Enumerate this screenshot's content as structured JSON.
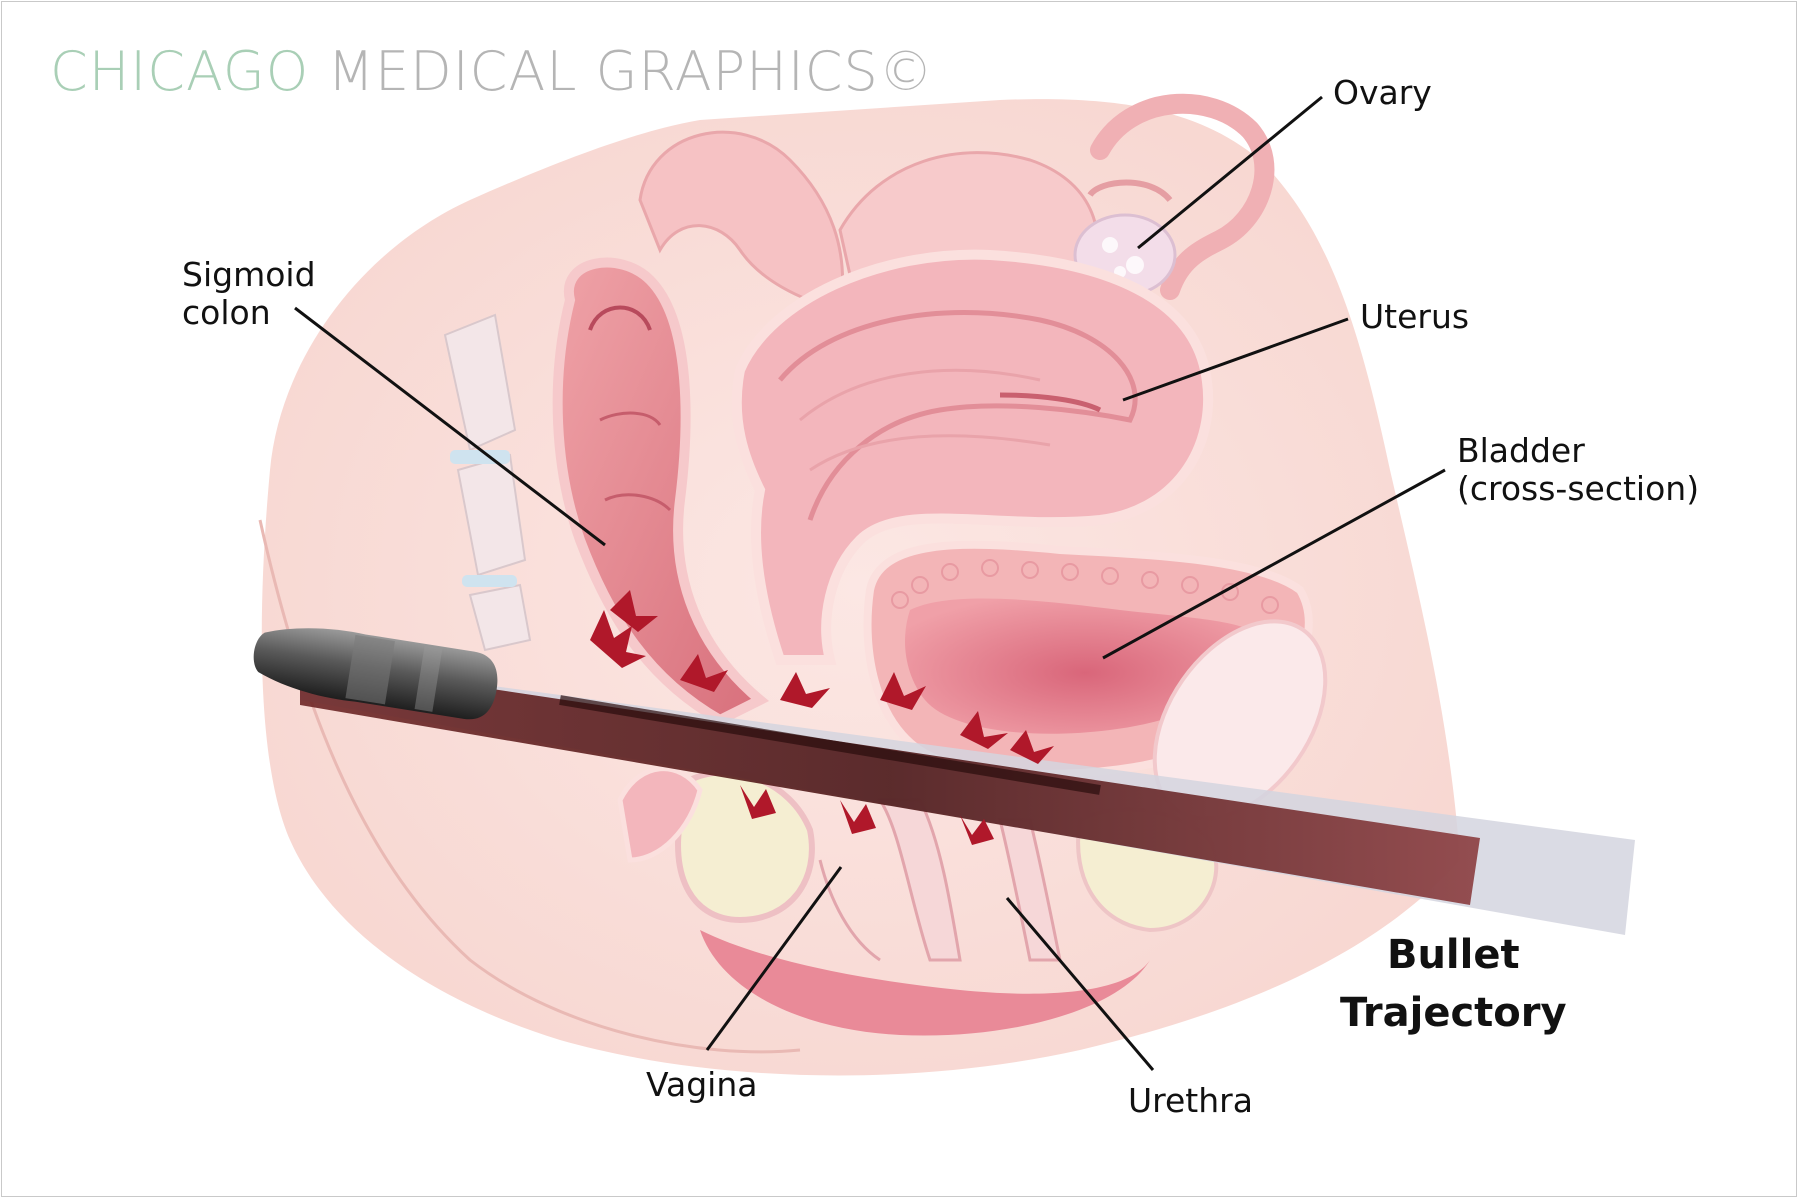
{
  "watermark": {
    "brand": "CHICAGO",
    "rest": "MEDICAL GRAPHICS©"
  },
  "labels": {
    "ovary": "Ovary",
    "sigmoid_colon_line1": "Sigmoid",
    "sigmoid_colon_line2": "colon",
    "uterus": "Uterus",
    "bladder_line1": "Bladder",
    "bladder_line2": "(cross-section)",
    "bullet_line1": "Bullet",
    "bullet_line2": "Trajectory",
    "vagina": "Vagina",
    "urethra": "Urethra"
  },
  "colors": {
    "tissue_light": "#f7d2cf",
    "tissue_mid": "#efa6aa",
    "tissue_dark": "#d8707c",
    "blood": "#b0182a",
    "track": "#5a1d1e",
    "bullet": "#3a3a3a",
    "brand_green": "#a9cfb6",
    "brand_gray": "#b5b5b5"
  }
}
